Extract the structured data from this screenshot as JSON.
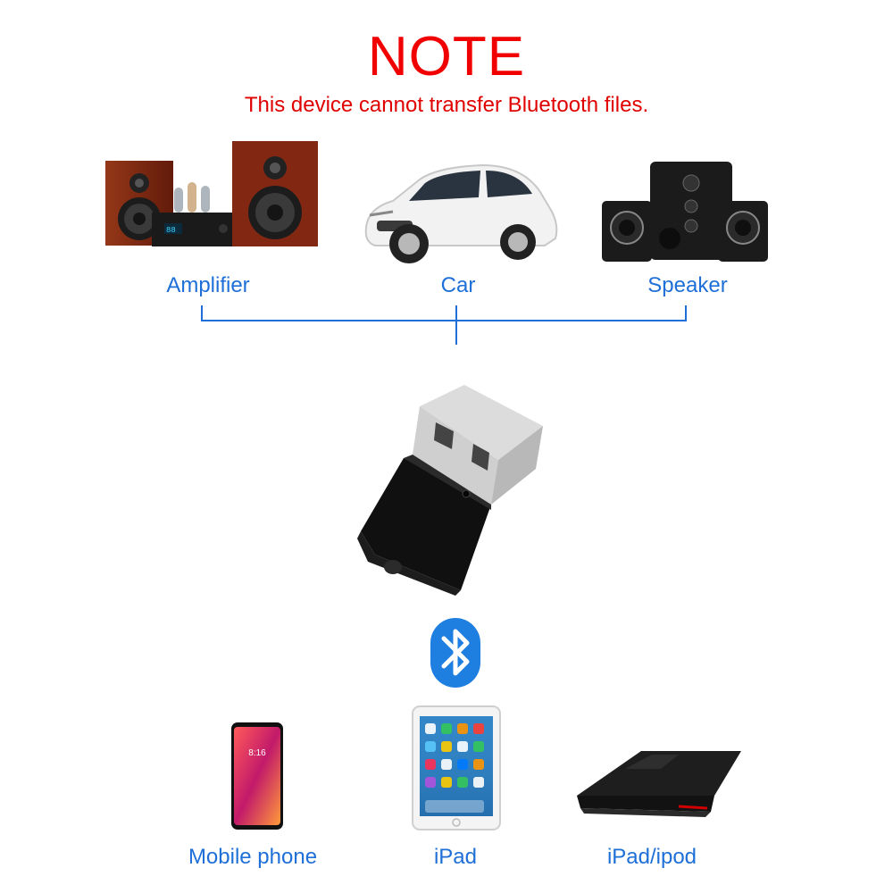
{
  "note": {
    "title": "NOTE",
    "subtitle": "This device cannot transfer Bluetooth files."
  },
  "outputs": [
    {
      "label": "Amplifier",
      "icon": "amplifier-icon"
    },
    {
      "label": "Car",
      "icon": "car-icon"
    },
    {
      "label": "Speaker",
      "icon": "speaker-icon"
    }
  ],
  "device": {
    "icon": "usb-bluetooth-adapter-icon"
  },
  "bluetooth": {
    "icon": "bluetooth-icon",
    "color": "#1e7fe0"
  },
  "sources": [
    {
      "label": "Mobile phone",
      "icon": "mobile-phone-icon"
    },
    {
      "label": "iPad",
      "icon": "ipad-icon"
    },
    {
      "label": "iPad/ipod",
      "icon": "laptop-icon"
    }
  ],
  "colors": {
    "note": "#f00000",
    "label": "#1e6fd8",
    "line": "#1e6fd8"
  }
}
